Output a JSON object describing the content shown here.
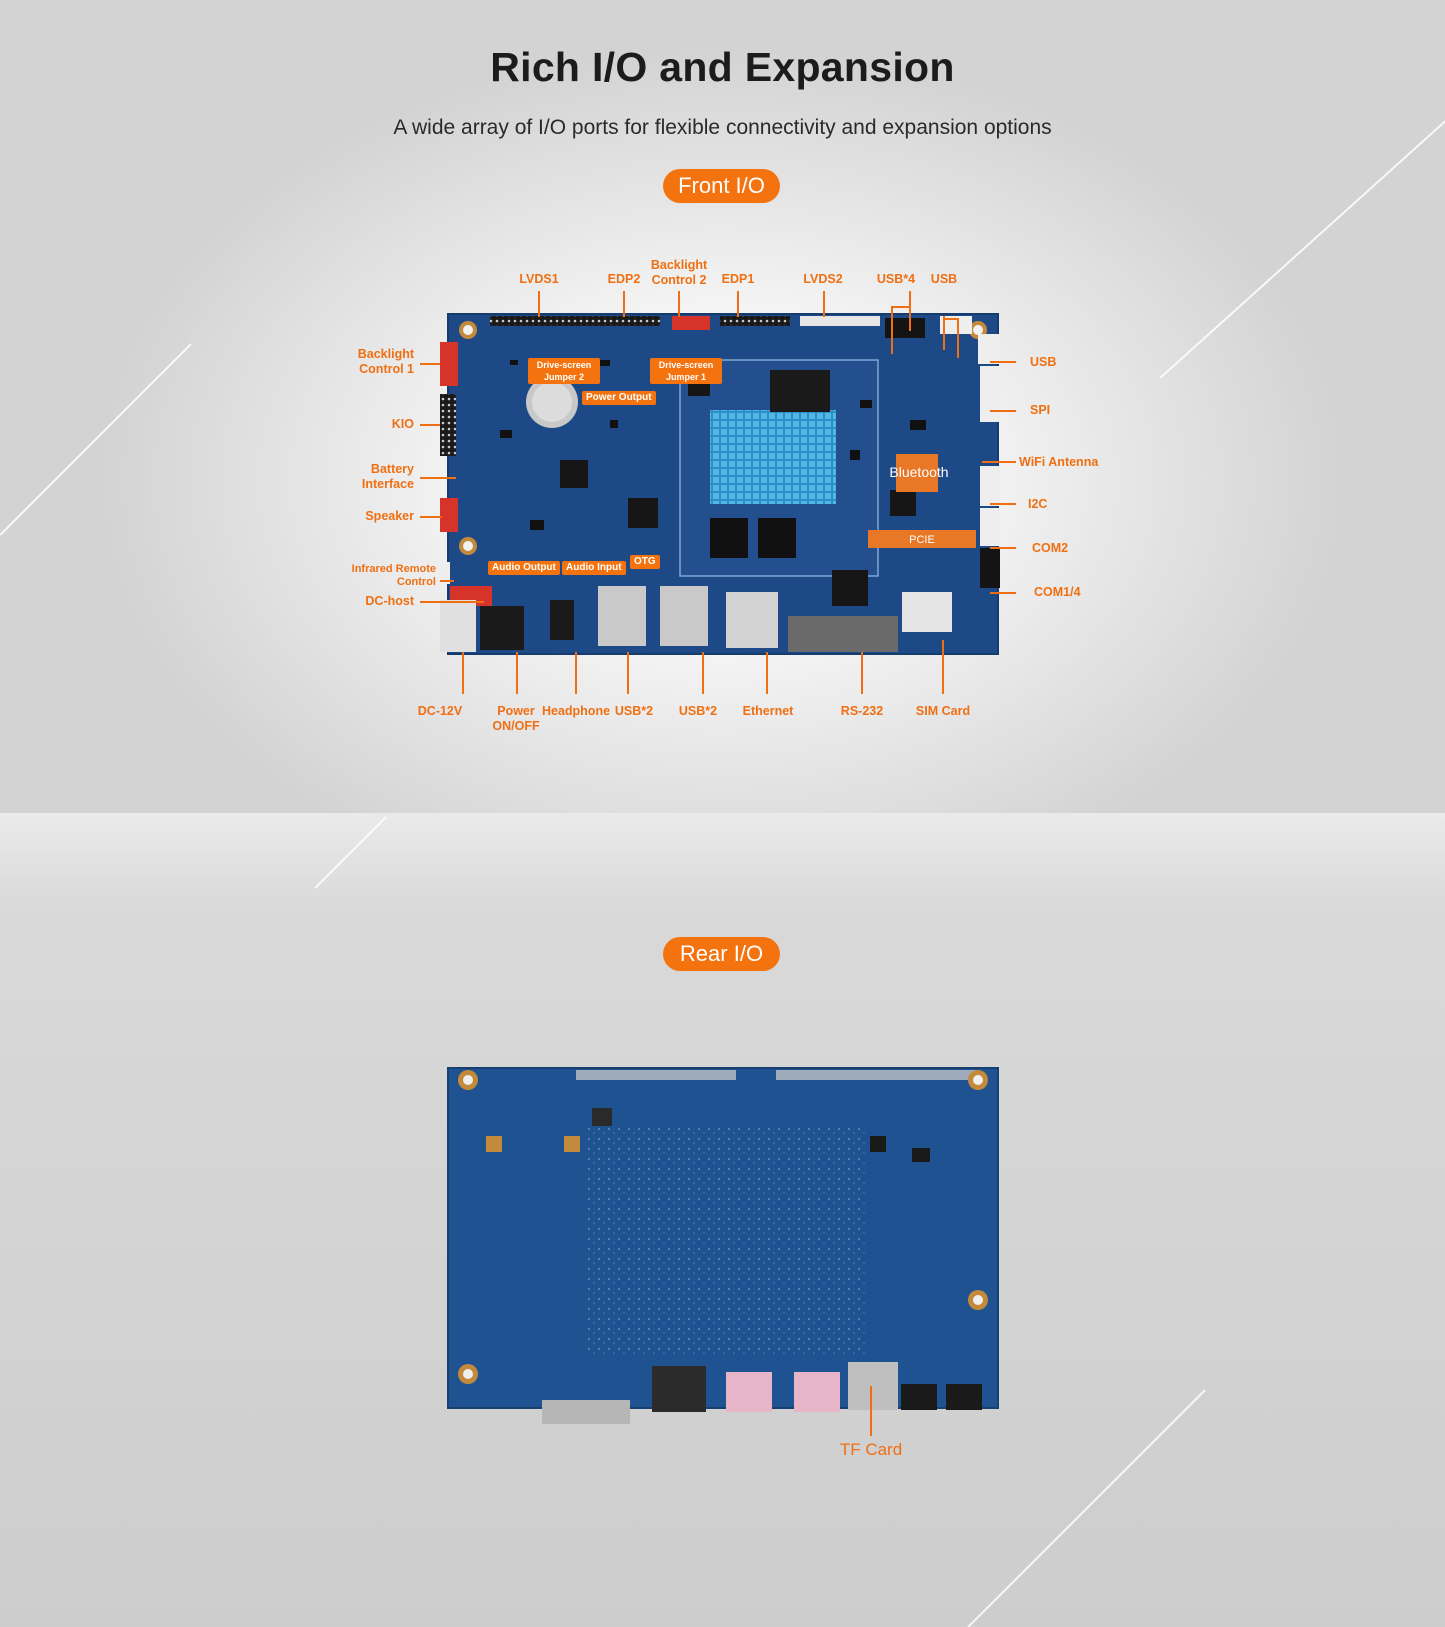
{
  "header": {
    "title": "Rich I/O and Expansion",
    "subtitle": "A wide array of I/O ports for flexible connectivity and expansion options"
  },
  "front": {
    "badge": "Front I/O",
    "labels": {
      "lvds1": "LVDS1",
      "edp2": "EDP2",
      "backlight_control_2": "Backlight Control 2",
      "edp1": "EDP1",
      "lvds2": "LVDS2",
      "usb4": "USB*4",
      "usb_top": "USB",
      "backlight_control_1": "Backlight Control 1",
      "kio": "KIO",
      "battery_interface": "Battery Interface",
      "speaker": "Speaker",
      "infrared_remote_control": "Infrared Remote Control",
      "dc_host": "DC-host",
      "usb_right": "USB",
      "spi": "SPI",
      "wifi_antenna": "WiFi Antenna",
      "i2c": "I2C",
      "com2": "COM2",
      "com14": "COM1/4",
      "dc12v": "DC-12V",
      "power_onoff": "Power ON/OFF",
      "headphone": "Headphone",
      "usb2_a": "USB*2",
      "usb2_b": "USB*2",
      "ethernet": "Ethernet",
      "rs232": "RS-232",
      "sim_card": "SIM Card"
    },
    "board_tags": {
      "drive_screen_jumper_2": "Drive-screen Jumper 2",
      "drive_screen_jumper_1": "Drive-screen Jumper 1",
      "power_output": "Power Output",
      "audio_output": "Audio Output",
      "audio_input": "Audio Input",
      "otg": "OTG",
      "bluetooth": "Bluetooth",
      "pcie": "PCIE"
    }
  },
  "rear": {
    "badge": "Rear I/O",
    "labels": {
      "tf_card": "TF Card"
    }
  },
  "colors": {
    "accent": "#f4730f",
    "board_blue": "#1f4f8f",
    "heatsink": "#3fa3d8"
  }
}
